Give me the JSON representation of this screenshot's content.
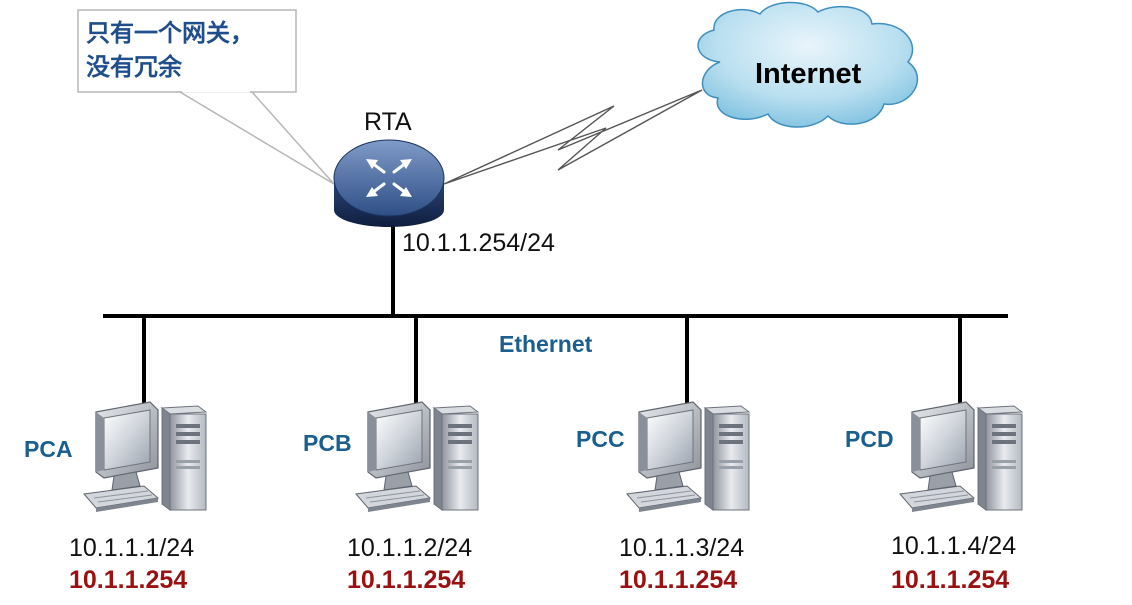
{
  "callout": {
    "line1": "只有一个网关，",
    "line2": "没有冗余"
  },
  "router": {
    "name": "RTA",
    "ip": "10.1.1.254/24"
  },
  "cloud": {
    "label": "Internet"
  },
  "network": {
    "label": "Ethernet"
  },
  "pcs": [
    {
      "name": "PCA",
      "ip": "10.1.1.1/24",
      "gateway": "10.1.1.254"
    },
    {
      "name": "PCB",
      "ip": "10.1.1.2/24",
      "gateway": "10.1.1.254"
    },
    {
      "name": "PCC",
      "ip": "10.1.1.3/24",
      "gateway": "10.1.1.254"
    },
    {
      "name": "PCD",
      "ip": "10.1.1.4/24",
      "gateway": "10.1.1.254"
    }
  ],
  "colors": {
    "label_blue": "#1a5f8f",
    "gateway_red": "#9b1111",
    "callout_blue": "#1f4e8c"
  },
  "icons": {
    "router": "router-icon",
    "cloud": "cloud-icon",
    "pc": "desktop-pc-icon"
  }
}
